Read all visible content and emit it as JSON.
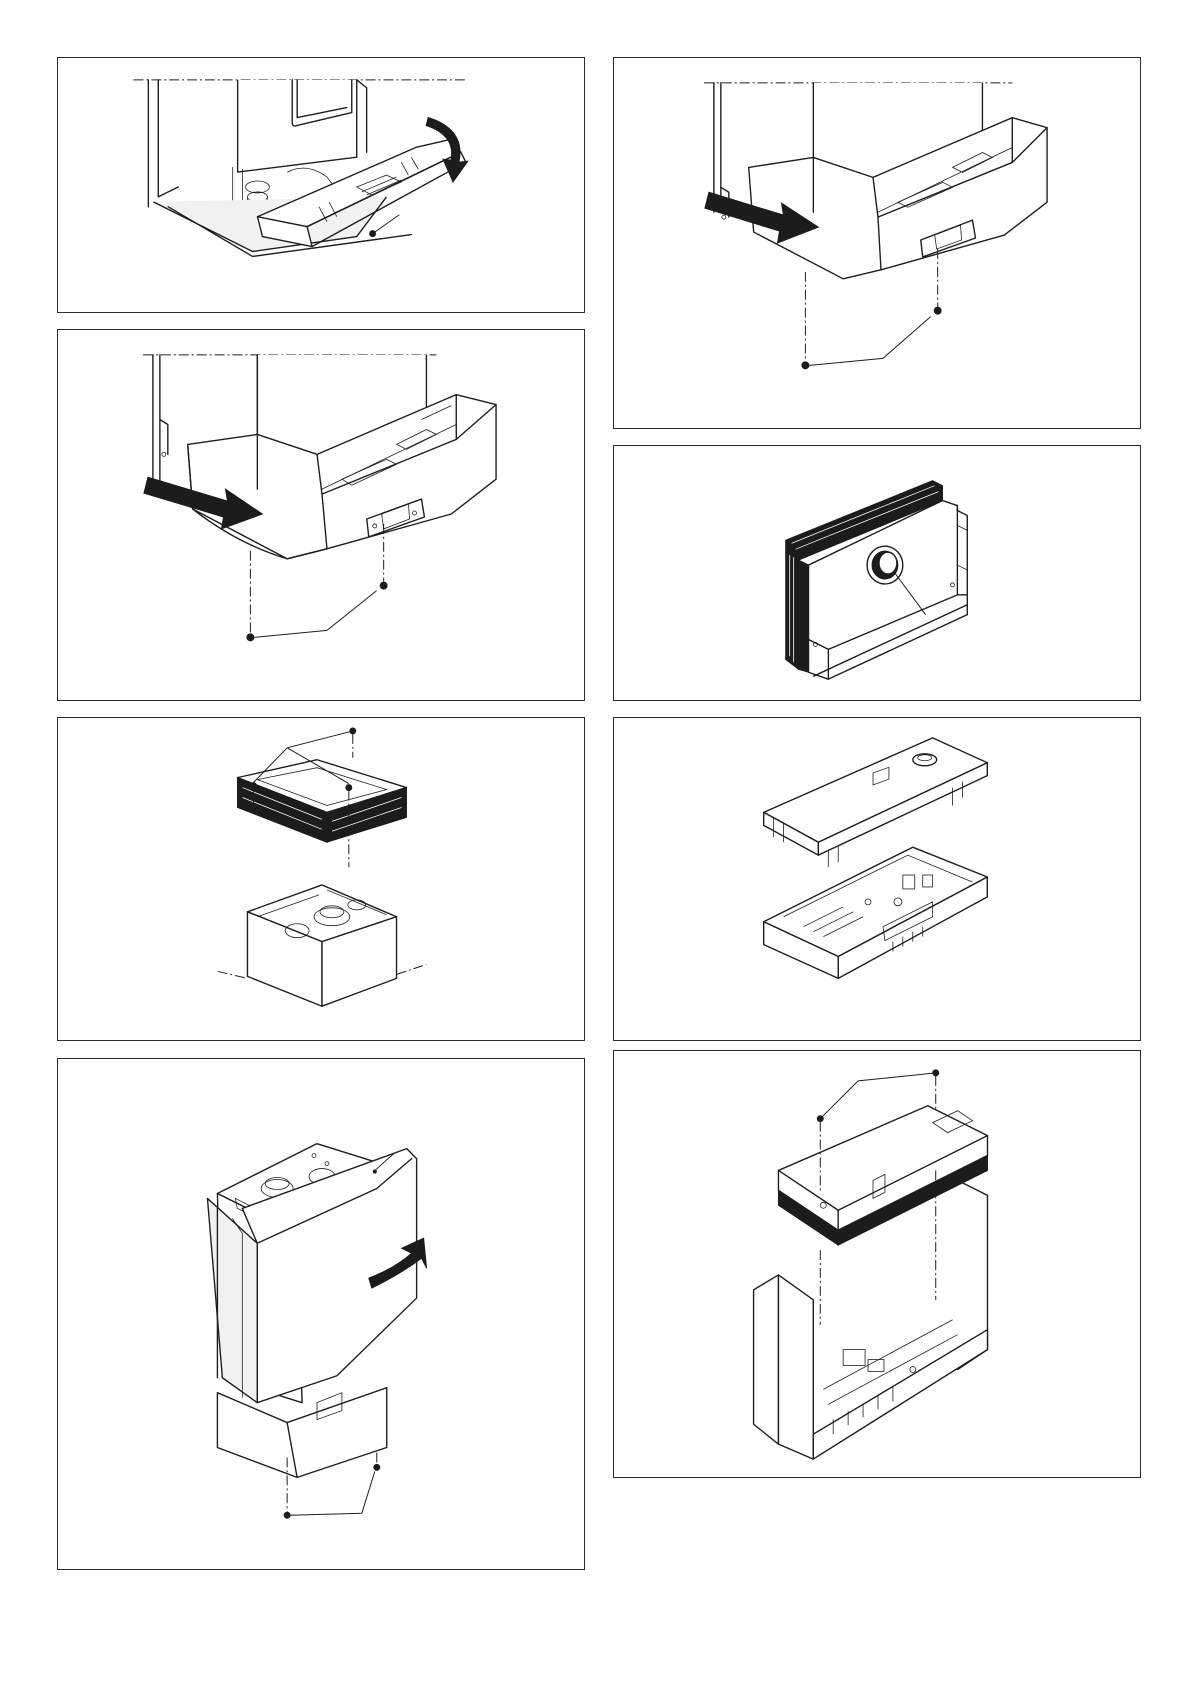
{
  "page": {
    "background": "#ffffff",
    "line_color": "#1e1e1e"
  },
  "figures": [
    {
      "id": "fig-a",
      "subject": "lower-cover-tilt-down",
      "icons": [
        "curved-arrow-icon",
        "screw-icon"
      ]
    },
    {
      "id": "fig-b",
      "subject": "lower-cover-pull-forward",
      "icons": [
        "straight-arrow-icon",
        "screw-icon"
      ]
    },
    {
      "id": "fig-c",
      "subject": "lower-cover-remove-screws",
      "icons": [
        "straight-arrow-icon",
        "screw-icon"
      ]
    },
    {
      "id": "fig-d",
      "subject": "insulation-panel",
      "icons": []
    },
    {
      "id": "fig-e",
      "subject": "heat-exchanger-lift-off",
      "icons": [
        "screw-icon"
      ]
    },
    {
      "id": "fig-f",
      "subject": "control-box-open",
      "icons": []
    },
    {
      "id": "fig-g",
      "subject": "front-casing-tilt-off",
      "icons": [
        "curved-arrow-icon",
        "screw-icon"
      ]
    },
    {
      "id": "fig-h",
      "subject": "control-box-cover-remove",
      "icons": [
        "screw-icon"
      ]
    }
  ]
}
